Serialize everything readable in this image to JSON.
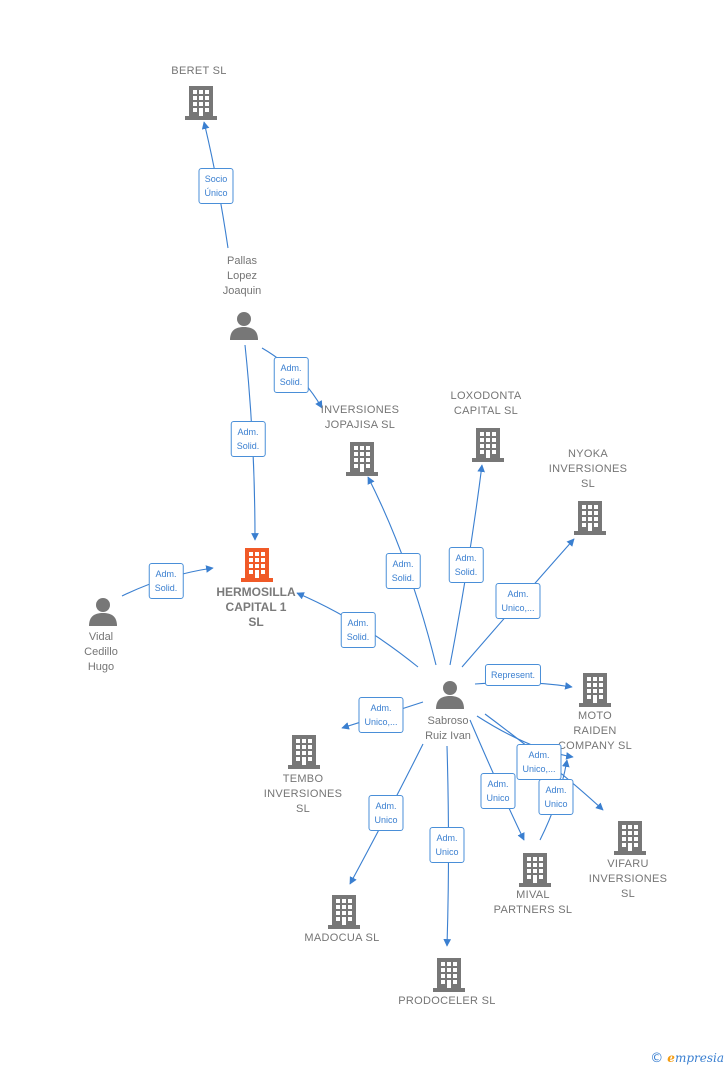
{
  "colors": {
    "edge": "#3a7fd0",
    "node_gray": "#777777",
    "node_main": "#f05a28"
  },
  "nodes": {
    "beret": {
      "label": "BERET SL",
      "kind": "company"
    },
    "pallas": {
      "label": "Pallas\nLopez\nJoaquin",
      "kind": "person"
    },
    "jopajisa": {
      "label": "INVERSIONES\nJOPAJISA  SL",
      "kind": "company"
    },
    "loxodonta": {
      "label": "LOXODONTA\nCAPITAL  SL",
      "kind": "company"
    },
    "nyoka": {
      "label": "NYOKA\nINVERSIONES\nSL",
      "kind": "company"
    },
    "hermosilla": {
      "label": "HERMOSILLA\nCAPITAL 1\nSL",
      "kind": "main"
    },
    "vidal": {
      "label": "Vidal\nCedillo\nHugo",
      "kind": "person"
    },
    "sabroso": {
      "label": "Sabroso\nRuiz Ivan",
      "kind": "person"
    },
    "moto": {
      "label": "MOTO\nRAIDEN\nCOMPANY  SL",
      "kind": "company"
    },
    "tembo": {
      "label": "TEMBO\nINVERSIONES\nSL",
      "kind": "company"
    },
    "vifaru": {
      "label": "VIFARU\nINVERSIONES\nSL",
      "kind": "company"
    },
    "mival": {
      "label": "MIVAL\nPARTNERS  SL",
      "kind": "company"
    },
    "madocua": {
      "label": "MADOCUA SL",
      "kind": "company"
    },
    "prodoceler": {
      "label": "PRODOCELER SL",
      "kind": "company"
    }
  },
  "edges": {
    "pallas_beret": "Socio\nÚnico",
    "pallas_jopajisa": "Adm.\nSolid.",
    "pallas_hermosilla": "Adm.\nSolid.",
    "vidal_hermosilla": "Adm.\nSolid.",
    "sabroso_hermosilla": "Adm.\nSolid.",
    "sabroso_jopajisa": "Adm.\nSolid.",
    "sabroso_loxodonta": "Adm.\nSolid.",
    "sabroso_nyoka": "Adm.\nUnico,...",
    "sabroso_moto": "Represent.",
    "sabroso_tembo": "Adm.\nUnico,...",
    "sabroso_moto2": "Adm.\nUnico,...",
    "sabroso_mival": "Adm.\nUnico",
    "mival_vifaru": "Adm.\nUnico",
    "sabroso_madocua": "Adm.\nUnico",
    "sabroso_prodoceler": "Adm.\nUnico"
  },
  "brand": {
    "copyright": "©",
    "name_initial": "e",
    "name_rest": "mpresia"
  }
}
